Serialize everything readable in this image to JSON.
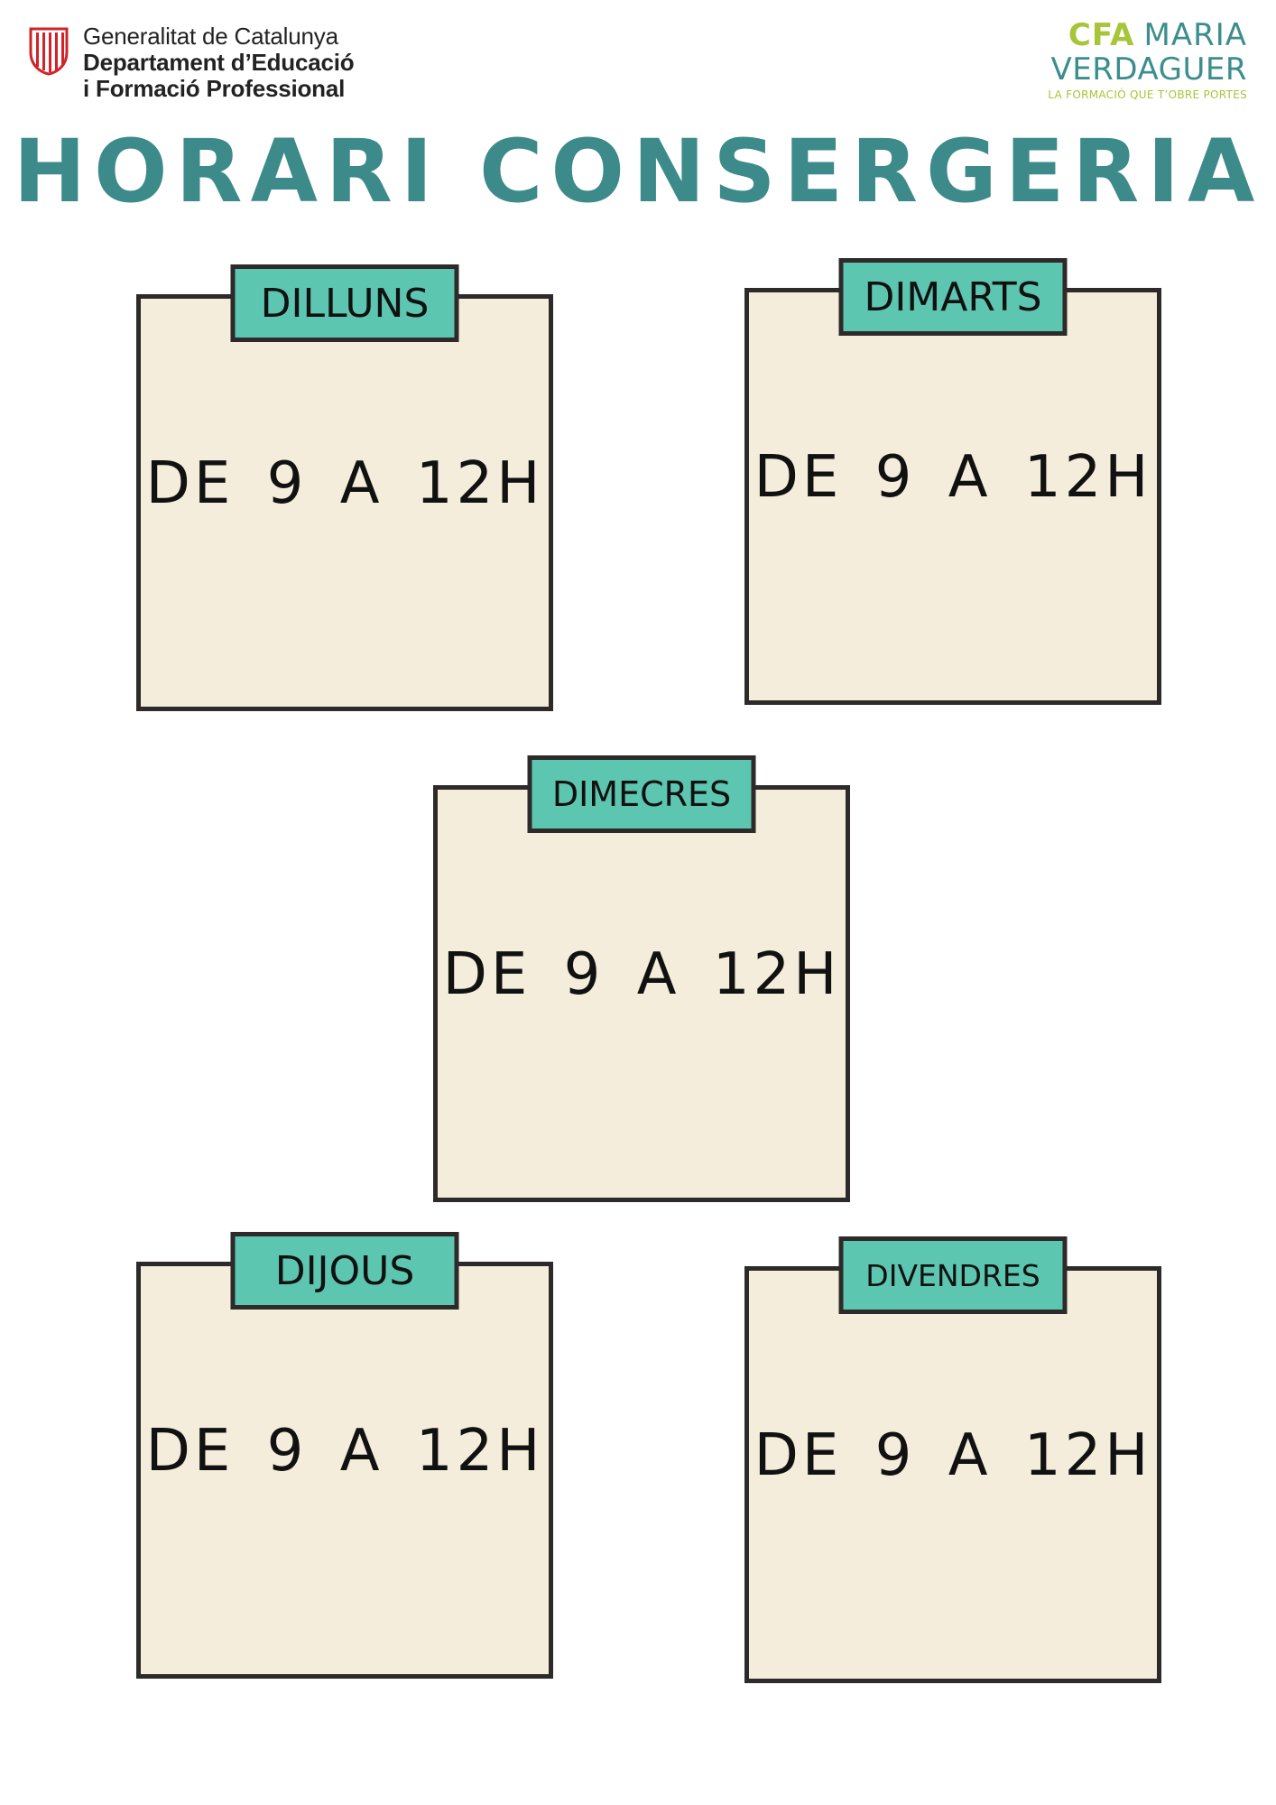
{
  "header": {
    "gencat": {
      "line1": "Generalitat de Catalunya",
      "line2": "Departament d’Educació",
      "line3": "i Formació Professional"
    },
    "cfa": {
      "short": "CFA",
      "name_line1": "MARIA",
      "name_line2": "VERDAGUER",
      "tagline": "LA FORMACIÓ QUE T’OBRE PORTES"
    }
  },
  "title": "HORARI CONSERGERIA",
  "days": [
    {
      "name": "DILLUNS",
      "hours": "DE 9 A 12H"
    },
    {
      "name": "DIMARTS",
      "hours": "DE 9 A 12H"
    },
    {
      "name": "DIMECRES",
      "hours": "DE 9 A 12H"
    },
    {
      "name": "DIJOUS",
      "hours": "DE 9 A 12H"
    },
    {
      "name": "DIVENDRES",
      "hours": "DE 9 A 12H"
    }
  ],
  "colors": {
    "title": "#3d8a8a",
    "tab": "#5cc6b0",
    "card": "#f5eddc",
    "border": "#2d2a29",
    "gencat_red": "#d2232a",
    "cfa_green": "#a8c43a",
    "cfa_teal": "#3c8d8d"
  }
}
